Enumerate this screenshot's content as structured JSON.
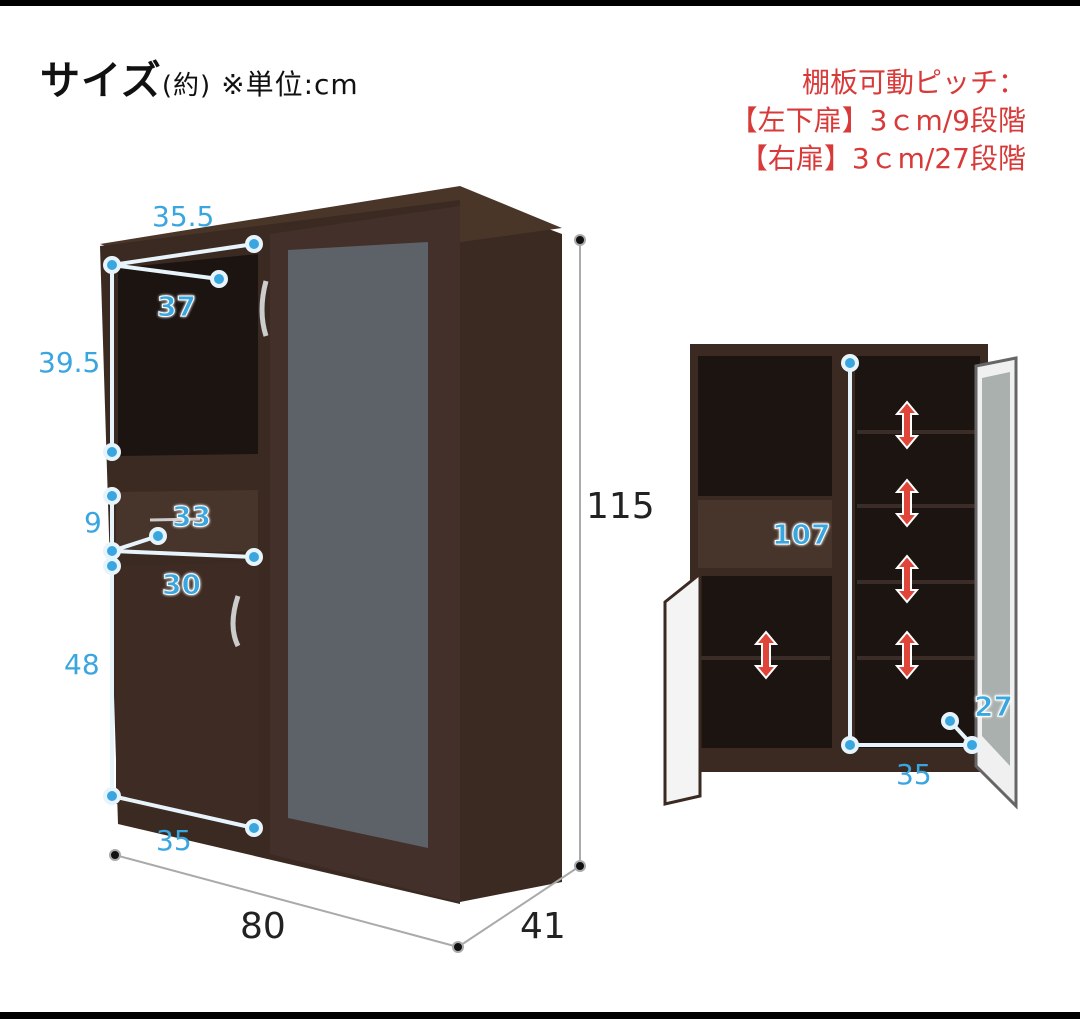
{
  "title": {
    "main": "サイズ",
    "approx": "(約)",
    "unit_note": "※単位:cm"
  },
  "shelf_pitch": {
    "heading": "棚板可動ピッチ：",
    "lines": [
      "【左下扉】3ｃm/9段階",
      "【右扉】3ｃm/27段階"
    ]
  },
  "front_view": {
    "dimensions": {
      "open_shelf_width": "35.5",
      "open_shelf_depth": "37",
      "open_shelf_height": "39.5",
      "drawer_height": "9",
      "drawer_width": "33",
      "drawer_depth": "30",
      "lower_door_height": "48",
      "lower_width": "35",
      "total_height": "115",
      "total_width": "80",
      "total_depth": "41"
    }
  },
  "open_view": {
    "dimensions": {
      "right_inner_height": "107",
      "right_inner_width": "35",
      "right_inner_depth": "27"
    }
  },
  "colors": {
    "dimension_blue": "#3aa6e0",
    "pitch_red": "#d83a3a",
    "wood": "#3b2a22",
    "glass": "#5d6168"
  }
}
